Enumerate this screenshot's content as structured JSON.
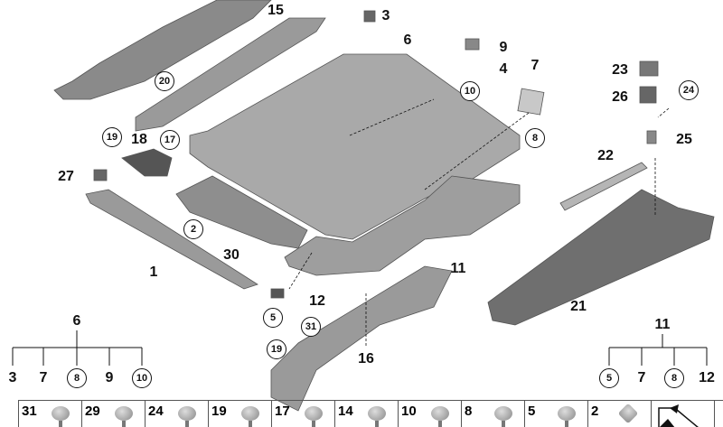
{
  "diagram": {
    "part_labels": [
      "15",
      "3",
      "6",
      "9",
      "4",
      "7",
      "23",
      "26",
      "25",
      "18",
      "27",
      "22",
      "30",
      "1",
      "11",
      "12",
      "21",
      "16"
    ],
    "circled_labels": [
      "10",
      "8",
      "24",
      "20",
      "19",
      "17",
      "2",
      "5",
      "31",
      "19"
    ],
    "tree_left": {
      "parent": "6",
      "children": [
        "3",
        "7",
        "8",
        "9",
        "10"
      ],
      "circled": [
        false,
        false,
        true,
        false,
        true
      ]
    },
    "tree_right": {
      "parent": "11",
      "children": [
        "5",
        "7",
        "8",
        "12"
      ],
      "circled": [
        true,
        false,
        true,
        false
      ]
    },
    "fasteners": [
      "31",
      "29",
      "24",
      "19",
      "17",
      "14",
      "10",
      "8",
      "5",
      "2"
    ],
    "colors": {
      "part_fill": "#a9a9a9",
      "part_dark": "#7d7d7d",
      "text": "#111111"
    }
  }
}
